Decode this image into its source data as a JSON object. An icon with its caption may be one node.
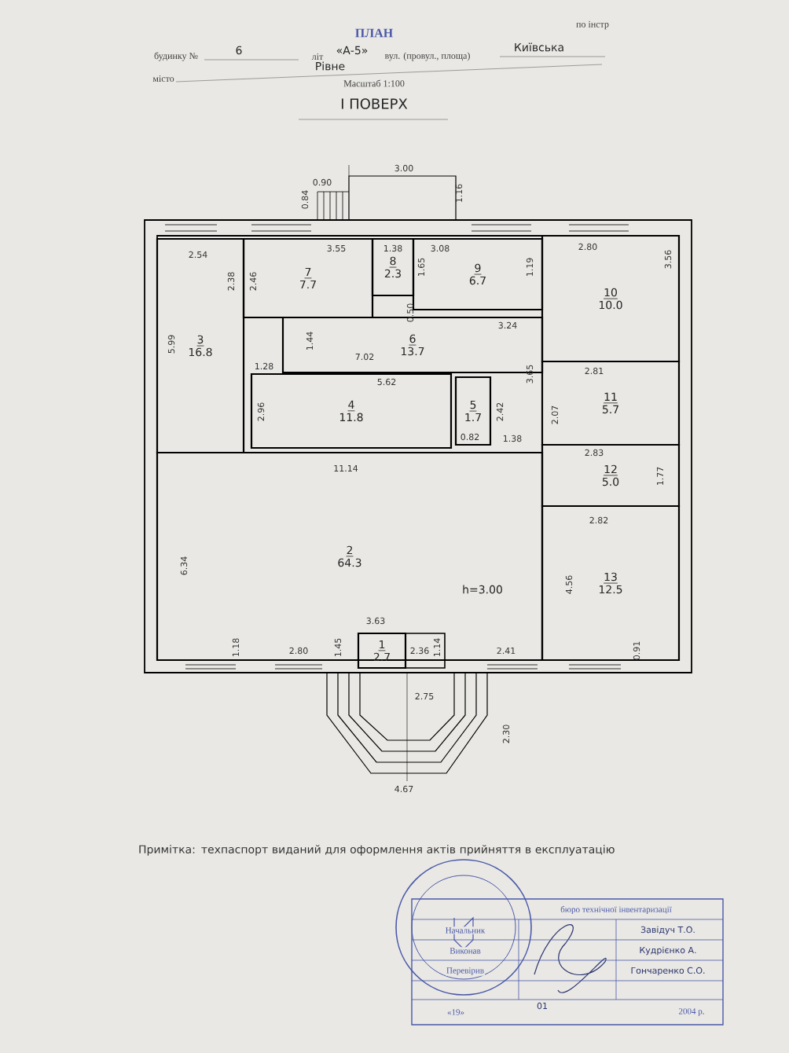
{
  "diagram": {
    "title": "ПЛАН",
    "nodes": [
      {
        "text": [
          "7",
          "7.7"
        ]
      },
      {
        "text": [
          "8",
          "2.3"
        ]
      },
      {
        "text": [
          "9",
          "6.7"
        ]
      },
      {
        "text": [
          "10",
          "10.0"
        ]
      },
      {
        "text": [
          "3",
          "16.8"
        ]
      },
      {
        "text": [
          "6",
          "13.7"
        ]
      },
      {
        "text": [
          "4",
          "11.8"
        ]
      },
      {
        "text": [
          "5",
          "1.7"
        ]
      },
      {
        "text": [
          "11",
          "5.7"
        ]
      },
      {
        "text": [
          "12",
          "5.0"
        ]
      },
      {
        "text": [
          "2",
          "64.3"
        ]
      },
      {
        "text": [
          "13",
          "12.5"
        ]
      },
      {
        "text": [
          "1",
          "2.7"
        ]
      }
    ],
    "labels": [
      "по інстр",
      "будинку №",
      "6",
      "літ",
      "«А-5»",
      "вул. (провул., площа)",
      "Київська",
      "місто",
      "Рівне",
      "Масштаб 1:100",
      "І ПОВЕРХ",
      "3.00",
      "0.90",
      "0.84",
      "1.16",
      "2.54",
      "3.55",
      "1.38",
      "3.08",
      "2.80",
      "3.56",
      "2.38",
      "2.46",
      "1.65",
      "1.19",
      "0.50",
      "3.24",
      "5.99",
      "1.44",
      "7.02",
      "1.28",
      "5.62",
      "2.42",
      "3.65",
      "2.81",
      "2.96",
      "0.82",
      "1.38",
      "2.07",
      "11.14",
      "2.83",
      "1.77",
      "2.82",
      "6.34",
      "h=3.00",
      "4.56",
      "3.63",
      "1.18",
      "2.80",
      "1.45",
      "2.36",
      "1.14",
      "2.41",
      "0.91",
      "2.75",
      "2.30",
      "4.67",
      "Примітка: техпаспорт виданий для оформлення актів прийняття в експлуатацію",
      "бюро технічної інвентаризації",
      "Начальник",
      "Завідуч Т.О.",
      "Виконав",
      "Кудрієнко А.",
      "Перевірив",
      "Гончаренко С.О.",
      "«19»",
      "01",
      "2004 р."
    ]
  }
}
